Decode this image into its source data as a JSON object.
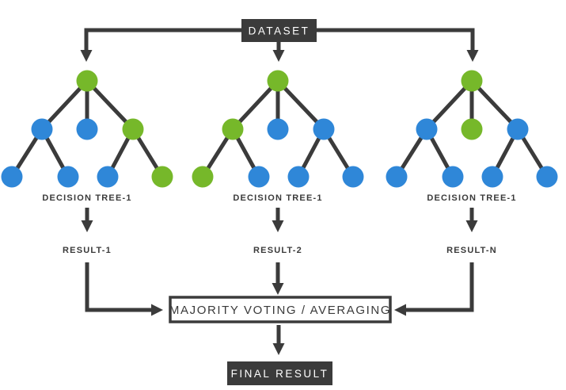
{
  "colors": {
    "node_green": "#76b82a",
    "node_blue": "#2f87d8",
    "line_dark": "#3b3b3b",
    "box_fill_dark": "#3b3b3b",
    "text_white": "#ffffff",
    "text_dark": "#3a3a3a"
  },
  "dataset": {
    "label": "DATASET"
  },
  "trees": [
    {
      "label": "DECISION TREE-1",
      "result": "RESULT-1",
      "nodes": [
        "#76b82a",
        "#2f87d8",
        "#2f87d8",
        "#76b82a",
        "#2f87d8",
        "#2f87d8",
        "#2f87d8",
        "#76b82a"
      ]
    },
    {
      "label": "DECISION TREE-1",
      "result": "RESULT-2",
      "nodes": [
        "#76b82a",
        "#76b82a",
        "#2f87d8",
        "#2f87d8",
        "#76b82a",
        "#2f87d8",
        "#2f87d8",
        "#2f87d8"
      ]
    },
    {
      "label": "DECISION TREE-1",
      "result": "RESULT-N",
      "nodes": [
        "#76b82a",
        "#2f87d8",
        "#76b82a",
        "#2f87d8",
        "#2f87d8",
        "#2f87d8",
        "#2f87d8",
        "#2f87d8"
      ]
    }
  ],
  "aggregation": {
    "label": "MAJORITY VOTING / AVERAGING"
  },
  "final": {
    "label": "FINAL RESULT"
  }
}
